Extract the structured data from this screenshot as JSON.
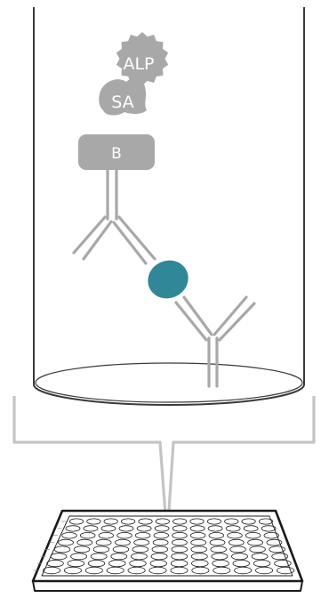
{
  "labels": {
    "enzyme": "ALP",
    "streptavidin": "SA",
    "biotin": "B"
  },
  "plate": {
    "rows": 8,
    "columns": 12
  },
  "colors": {
    "outline": "#3a3a3a",
    "component_gray": "#a8a8a8",
    "bracket_gray": "#c4c4c4",
    "antigen": "#2f8797",
    "label_text": "#ffffff",
    "plate_outline": "#1a1a1a"
  }
}
